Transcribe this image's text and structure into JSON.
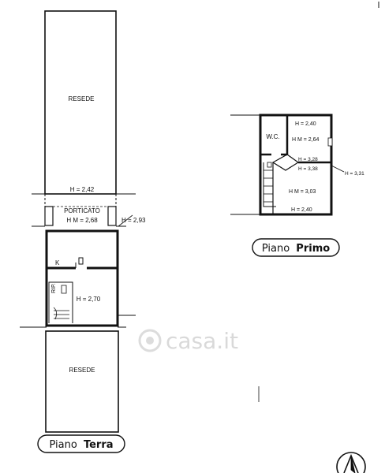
{
  "ground_floor": {
    "title_part1": "Piano",
    "title_part2": "Terra",
    "rooms": {
      "resede_top": "RESEDE",
      "porticato": "PORTICATO",
      "k": "K",
      "rip": "RIP.",
      "resede_bottom": "RESEDE"
    },
    "heights": {
      "resede_edge": "H = 2,42",
      "porticato_hm": "H M = 2,68",
      "porticato_side": "H = 2,93",
      "main_room": "H = 2,70"
    }
  },
  "first_floor": {
    "title_part1": "Piano",
    "title_part2": "Primo",
    "rooms": {
      "wc": "W.C."
    },
    "heights": {
      "top": "H = 2,40",
      "wc_hm": "H M = 2,64",
      "mid_upper": "H = 3,28",
      "mid_lower": "H = 3,38",
      "side": "H = 3,31",
      "room_hm": "H M = 3,03",
      "bottom": "H = 2,40"
    }
  },
  "watermark": "casa.it",
  "compass_icon": "north-arrow-icon"
}
